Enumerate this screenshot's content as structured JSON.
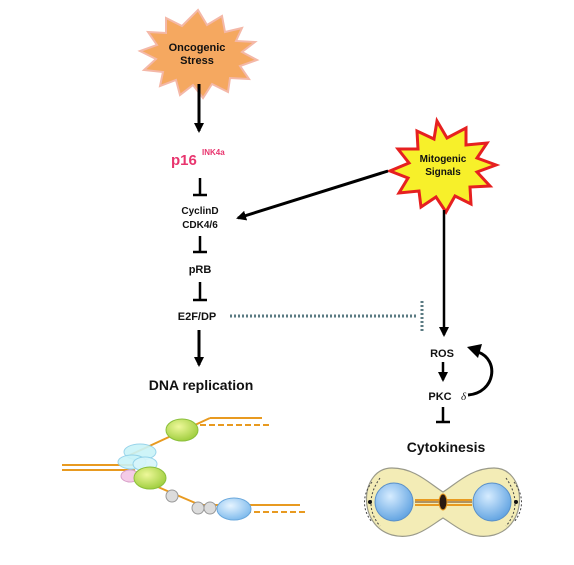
{
  "oncogenic_stress": {
    "line1": "Oncogenic",
    "line2": "Stress"
  },
  "mitogenic_signals": {
    "line1": "Mitogenic",
    "line2": "Signals"
  },
  "p16": {
    "main": "p16",
    "sup": "INK4a"
  },
  "cyclind": "CyclinD",
  "cdk": "CDK4/6",
  "prb": "pRB",
  "e2f": "E2F/DP",
  "ros": "ROS",
  "pkc": {
    "main": "PKC",
    "delta": "δ"
  },
  "dna_replication": "DNA replication",
  "cytokinesis": "Cytokinesis",
  "colors": {
    "burst_fill_oncogenic": "#f5a860",
    "burst_edge_oncogenic": "#f4b8a8",
    "burst_fill_mitogenic": "#f7f02a",
    "burst_edge_mitogenic": "#e62020",
    "p16_text": "#e8356e",
    "dna_strand": "#e89a20",
    "dashed_inhibition": "#5a7a82",
    "cell_fill": "#f3ecb6",
    "nucleus": "#78b4ea"
  }
}
